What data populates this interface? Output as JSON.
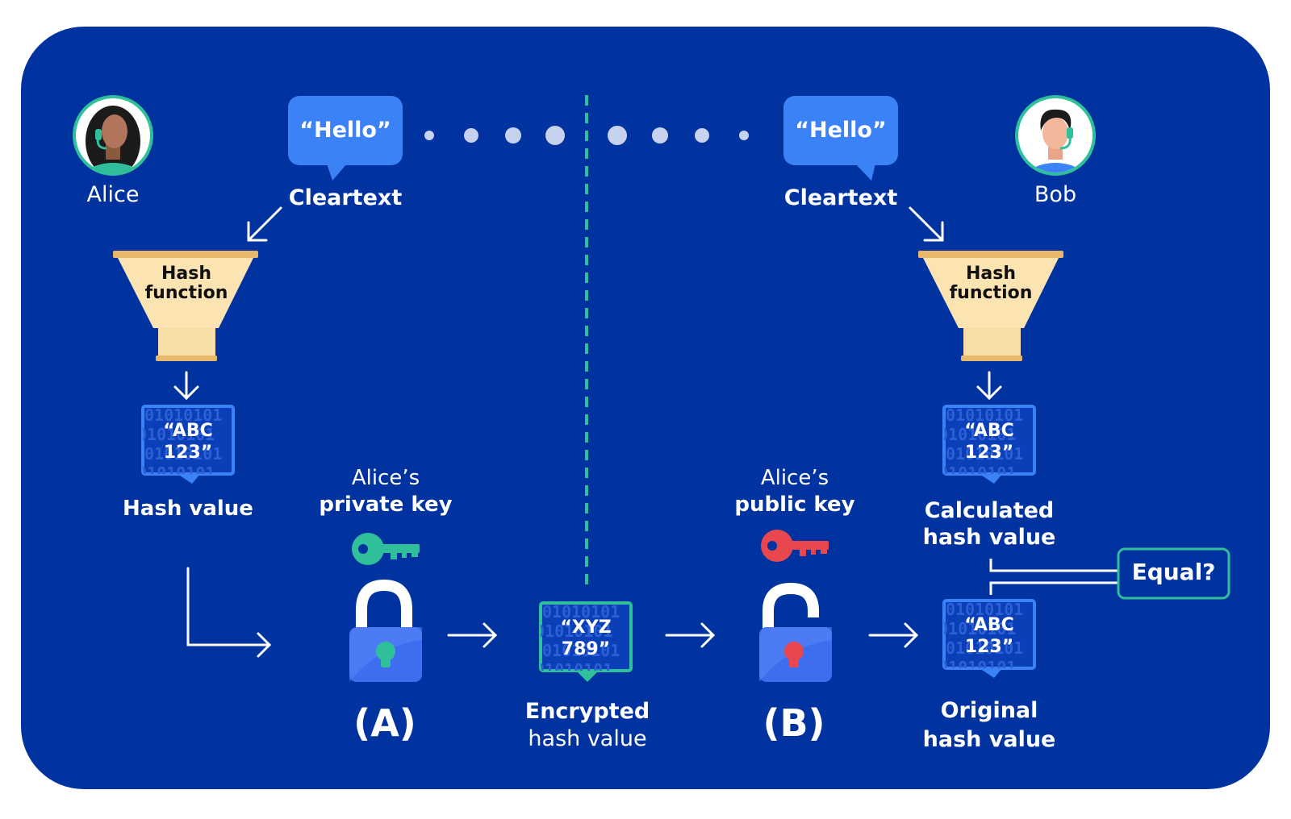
{
  "colors": {
    "background": "#0033a0",
    "bubble": "#3b82f6",
    "teal": "#2fbf9b",
    "funnel_fill": "#fbe3b2",
    "funnel_rim": "#e7b86a",
    "red_key": "#e8474e",
    "lock_body": "#3d6ef0"
  },
  "alice": {
    "name": "Alice"
  },
  "bob": {
    "name": "Bob"
  },
  "left": {
    "message": "“Hello”",
    "cleartext_label": "Cleartext",
    "hash_function_line1": "Hash",
    "hash_function_line2": "function",
    "hash_line1": "“ABC",
    "hash_line2": "123”",
    "hash_value_label": "Hash value"
  },
  "right": {
    "message": "“Hello”",
    "cleartext_label": "Cleartext",
    "hash_function_line1": "Hash",
    "hash_function_line2": "function",
    "calc_hash_line1": "“ABC",
    "calc_hash_line2": "123”",
    "calc_label_line1": "Calculated",
    "calc_label_line2": "hash value",
    "orig_hash_line1": "“ABC",
    "orig_hash_line2": "123”",
    "orig_label_line1": "Original",
    "orig_label_line2": "hash value"
  },
  "private_key": {
    "line1": "Alice’s",
    "line2": "private key",
    "step": "(A)"
  },
  "public_key": {
    "line1": "Alice’s",
    "line2": "public key",
    "step": "(B)"
  },
  "encrypted": {
    "line1": "“XYZ",
    "line2": "789”",
    "label_line1": "Encrypted",
    "label_line2": "hash value"
  },
  "compare": {
    "label": "Equal?"
  },
  "monitor_pattern": "01010101"
}
